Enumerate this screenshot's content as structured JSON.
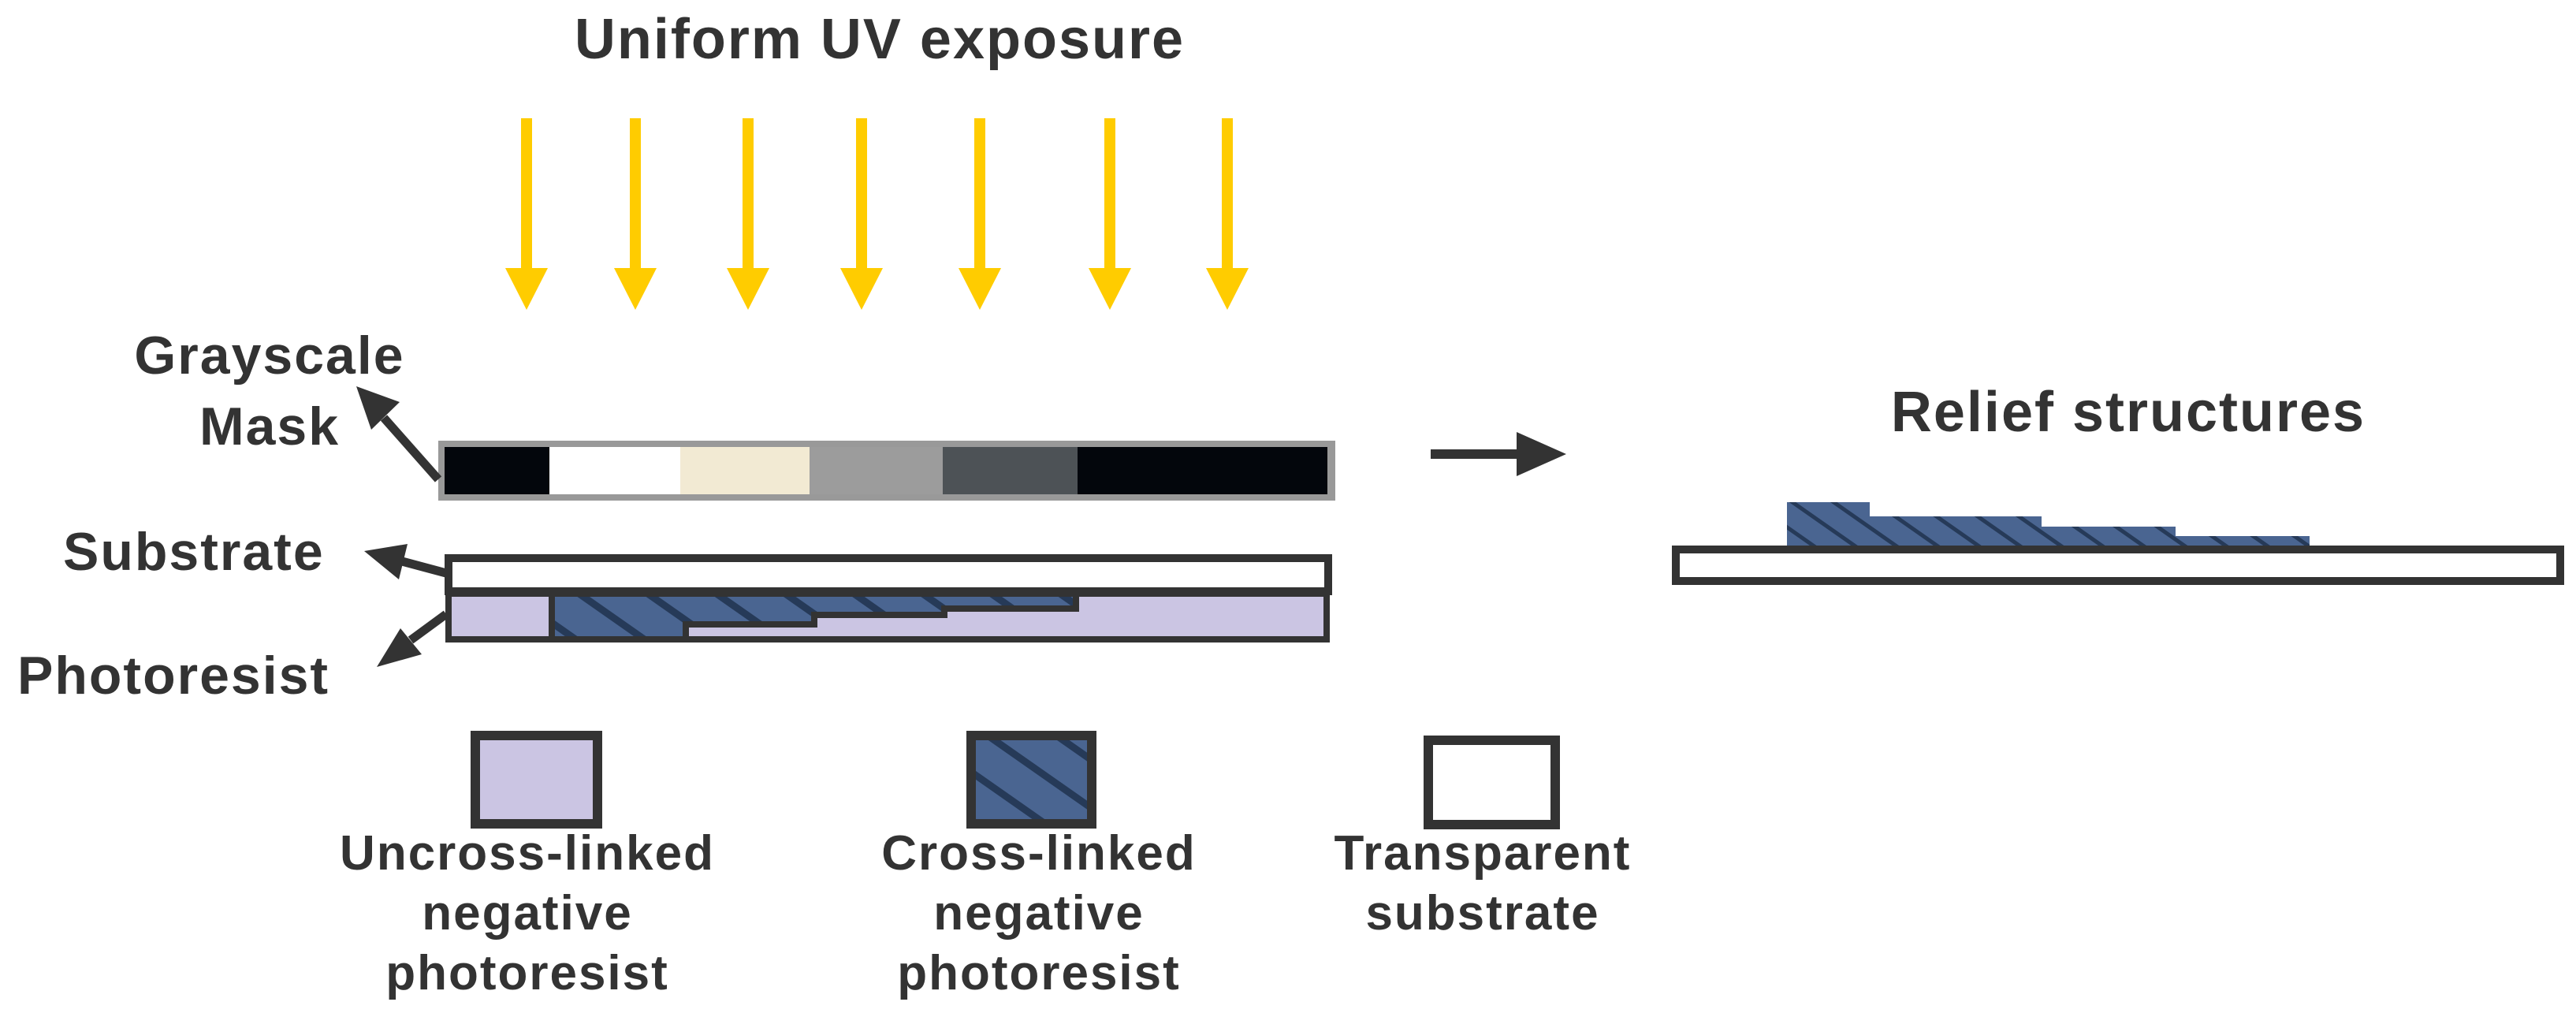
{
  "title": "Uniform UV exposure",
  "mask_label": "Grayscale\nMask",
  "substrate_label": "Substrate",
  "photoresist_label": "Photoresist",
  "result_label": "Relief structures",
  "colors": {
    "uv_arrow": "#ffcc00",
    "outline": "#333333",
    "uncrosslinked": "#cbc5e3",
    "crosslinked": "#4a6591",
    "substrate_fill": "#ffffff",
    "mask_frame": "#999999"
  },
  "mask_segments": [
    {
      "name": "black",
      "color": "#03060c"
    },
    {
      "name": "white",
      "color": "#ffffff"
    },
    {
      "name": "cream",
      "color": "#f2ead3"
    },
    {
      "name": "light-gray",
      "color": "#9c9c9c"
    },
    {
      "name": "dark-gray",
      "color": "#4d5256"
    },
    {
      "name": "black",
      "color": "#03060c"
    }
  ],
  "legend": [
    {
      "key": "uncrosslinked",
      "label": "Uncross-linked\nnegative\nphotoresist"
    },
    {
      "key": "crosslinked",
      "label": "Cross-linked\nnegative\nphotoresist"
    },
    {
      "key": "substrate",
      "label": "Transparent\nsubstrate"
    }
  ]
}
